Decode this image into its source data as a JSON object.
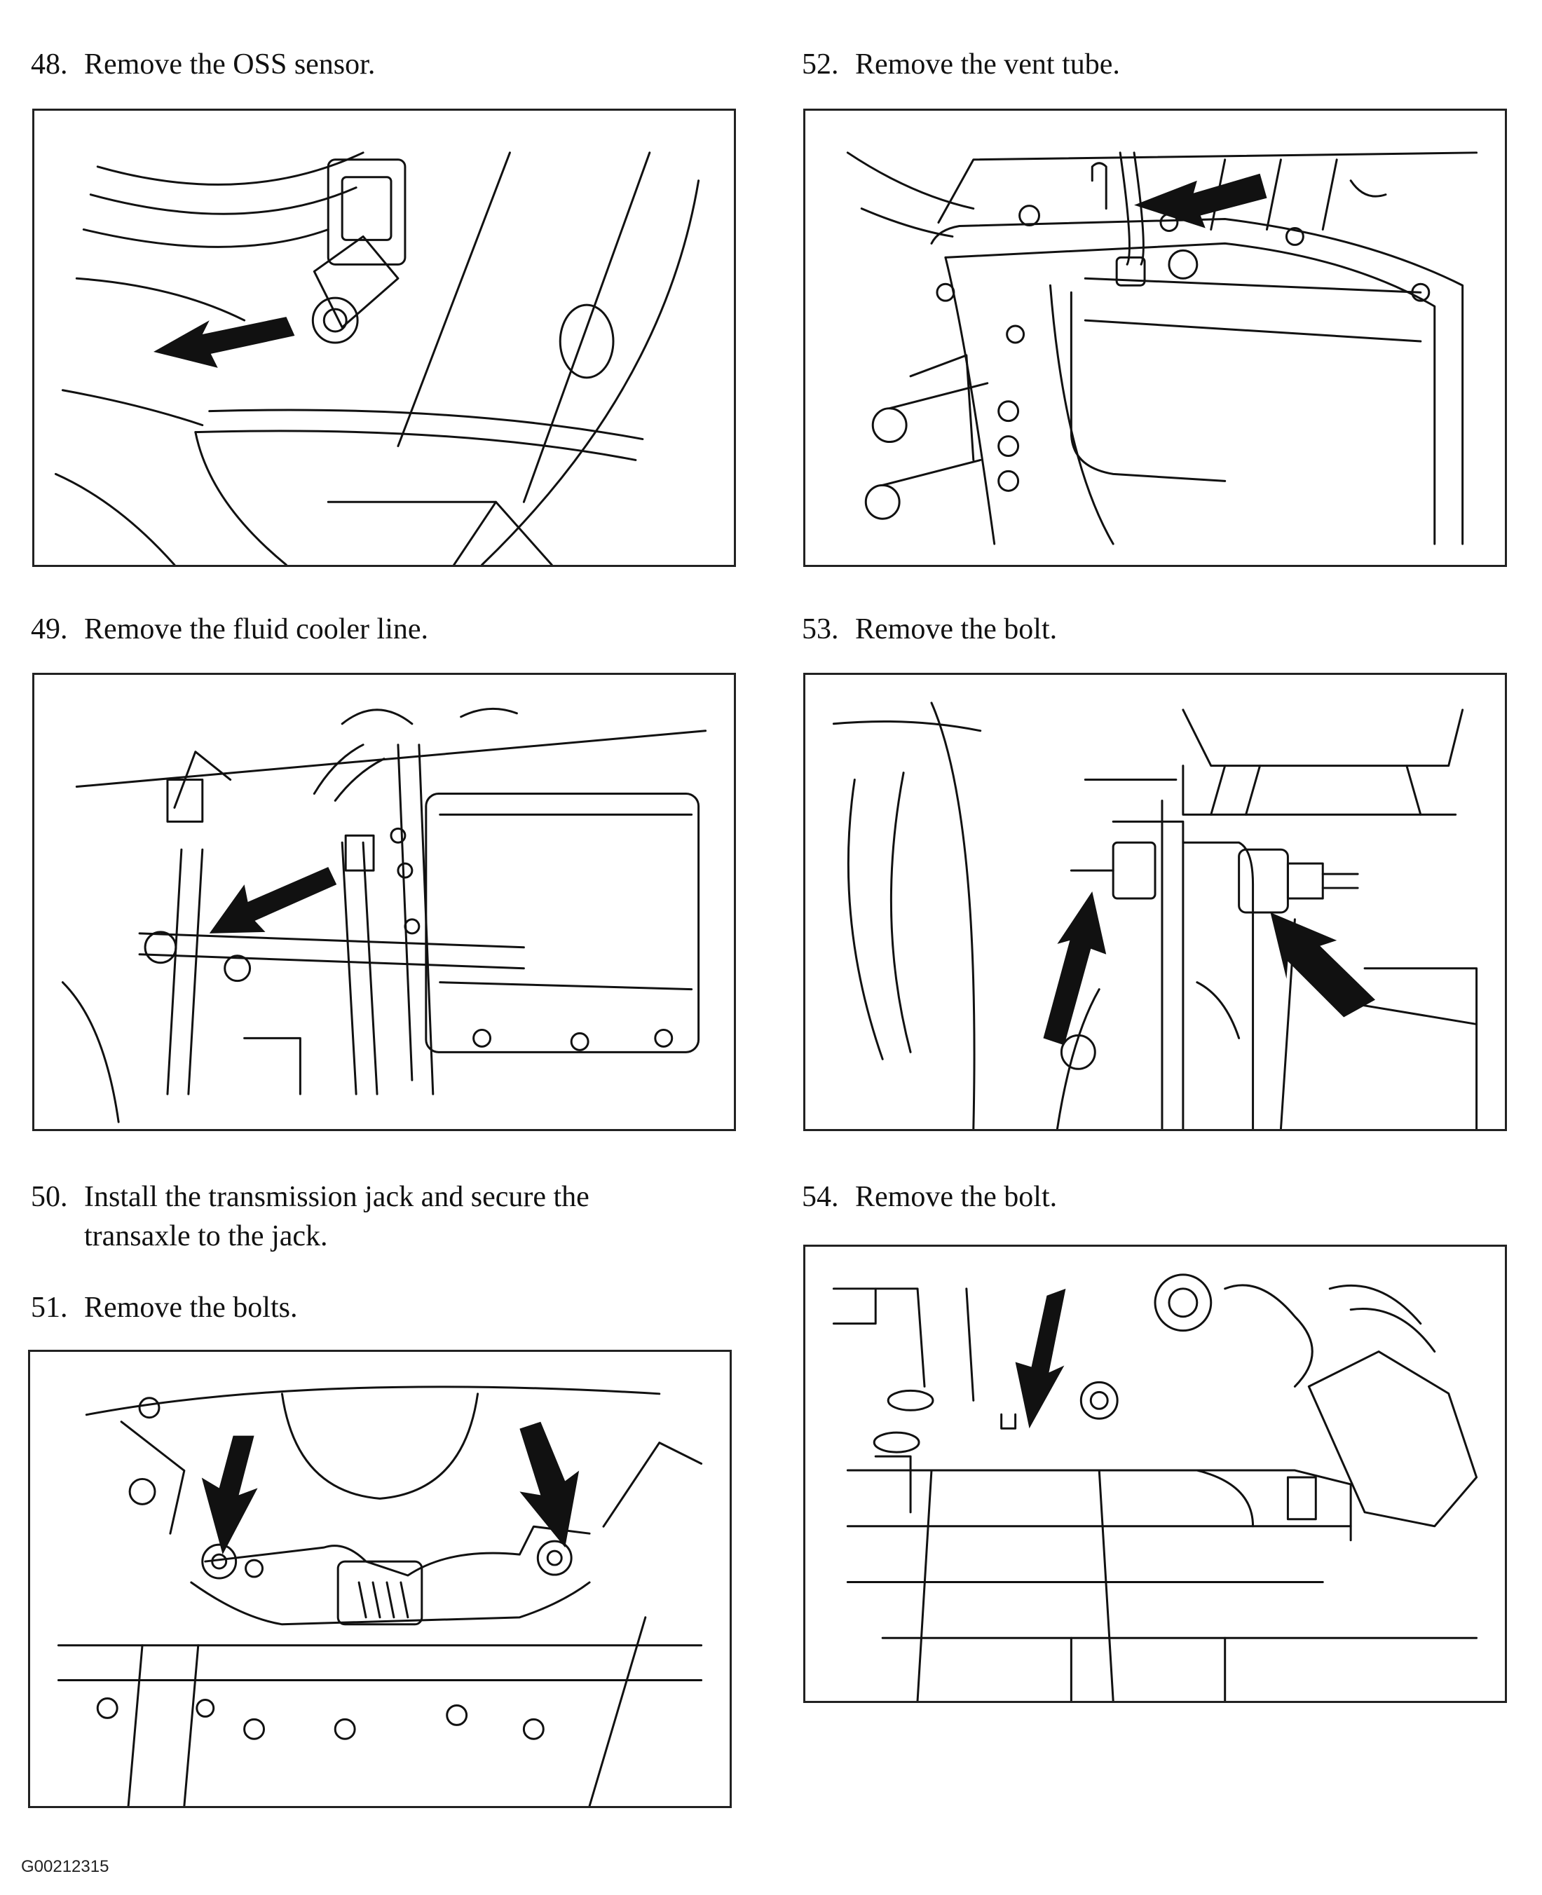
{
  "steps": [
    {
      "num": "48.",
      "text": "Remove the OSS sensor."
    },
    {
      "num": "49.",
      "text": "Remove the fluid cooler line."
    },
    {
      "num": "50.",
      "text": "Install the transmission jack and secure the transaxle to the jack."
    },
    {
      "num": "51.",
      "text": "Remove the bolts."
    },
    {
      "num": "52.",
      "text": "Remove the vent tube."
    },
    {
      "num": "53.",
      "text": "Remove the bolt."
    },
    {
      "num": "54.",
      "text": "Remove the bolt."
    }
  ],
  "figure_code": "G00212315",
  "illustrations": [
    {
      "step": "48.",
      "arrows": 1
    },
    {
      "step": "49.",
      "arrows": 1
    },
    {
      "step": "51.",
      "arrows": 2
    },
    {
      "step": "52.",
      "arrows": 1
    },
    {
      "step": "53.",
      "arrows": 2
    },
    {
      "step": "54.",
      "arrows": 1
    }
  ]
}
